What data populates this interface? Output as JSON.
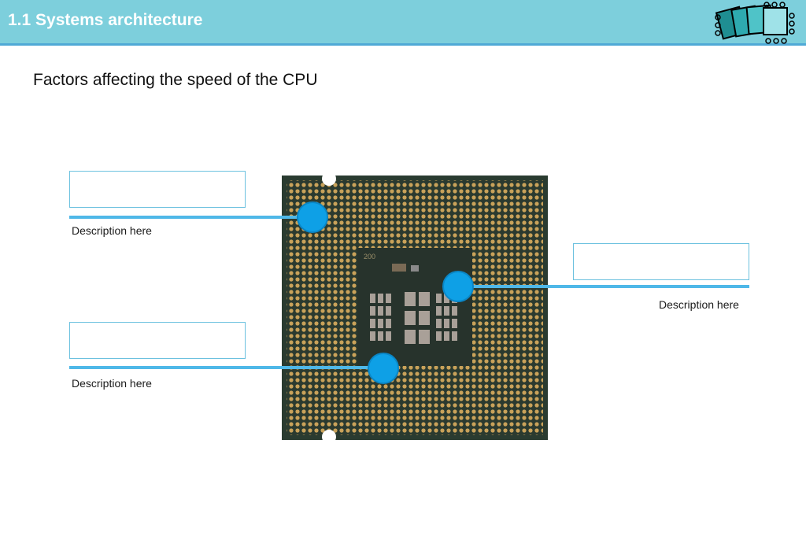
{
  "header": {
    "title": "1.1 Systems architecture",
    "logo_icon": "circuit-chip-logo-icon",
    "background_color": "#7dcfdc",
    "border_color": "#4fa9d6"
  },
  "slide": {
    "subtitle": "Factors affecting the speed of the CPU"
  },
  "image": {
    "icon": "cpu-pin-grid-icon"
  },
  "callouts": [
    {
      "description": "Description here"
    },
    {
      "description": "Description here"
    },
    {
      "description": "Description here"
    }
  ],
  "colors": {
    "accent": "#0ea0e6",
    "line": "#4fb8e8",
    "box_border": "#6cc1df"
  }
}
